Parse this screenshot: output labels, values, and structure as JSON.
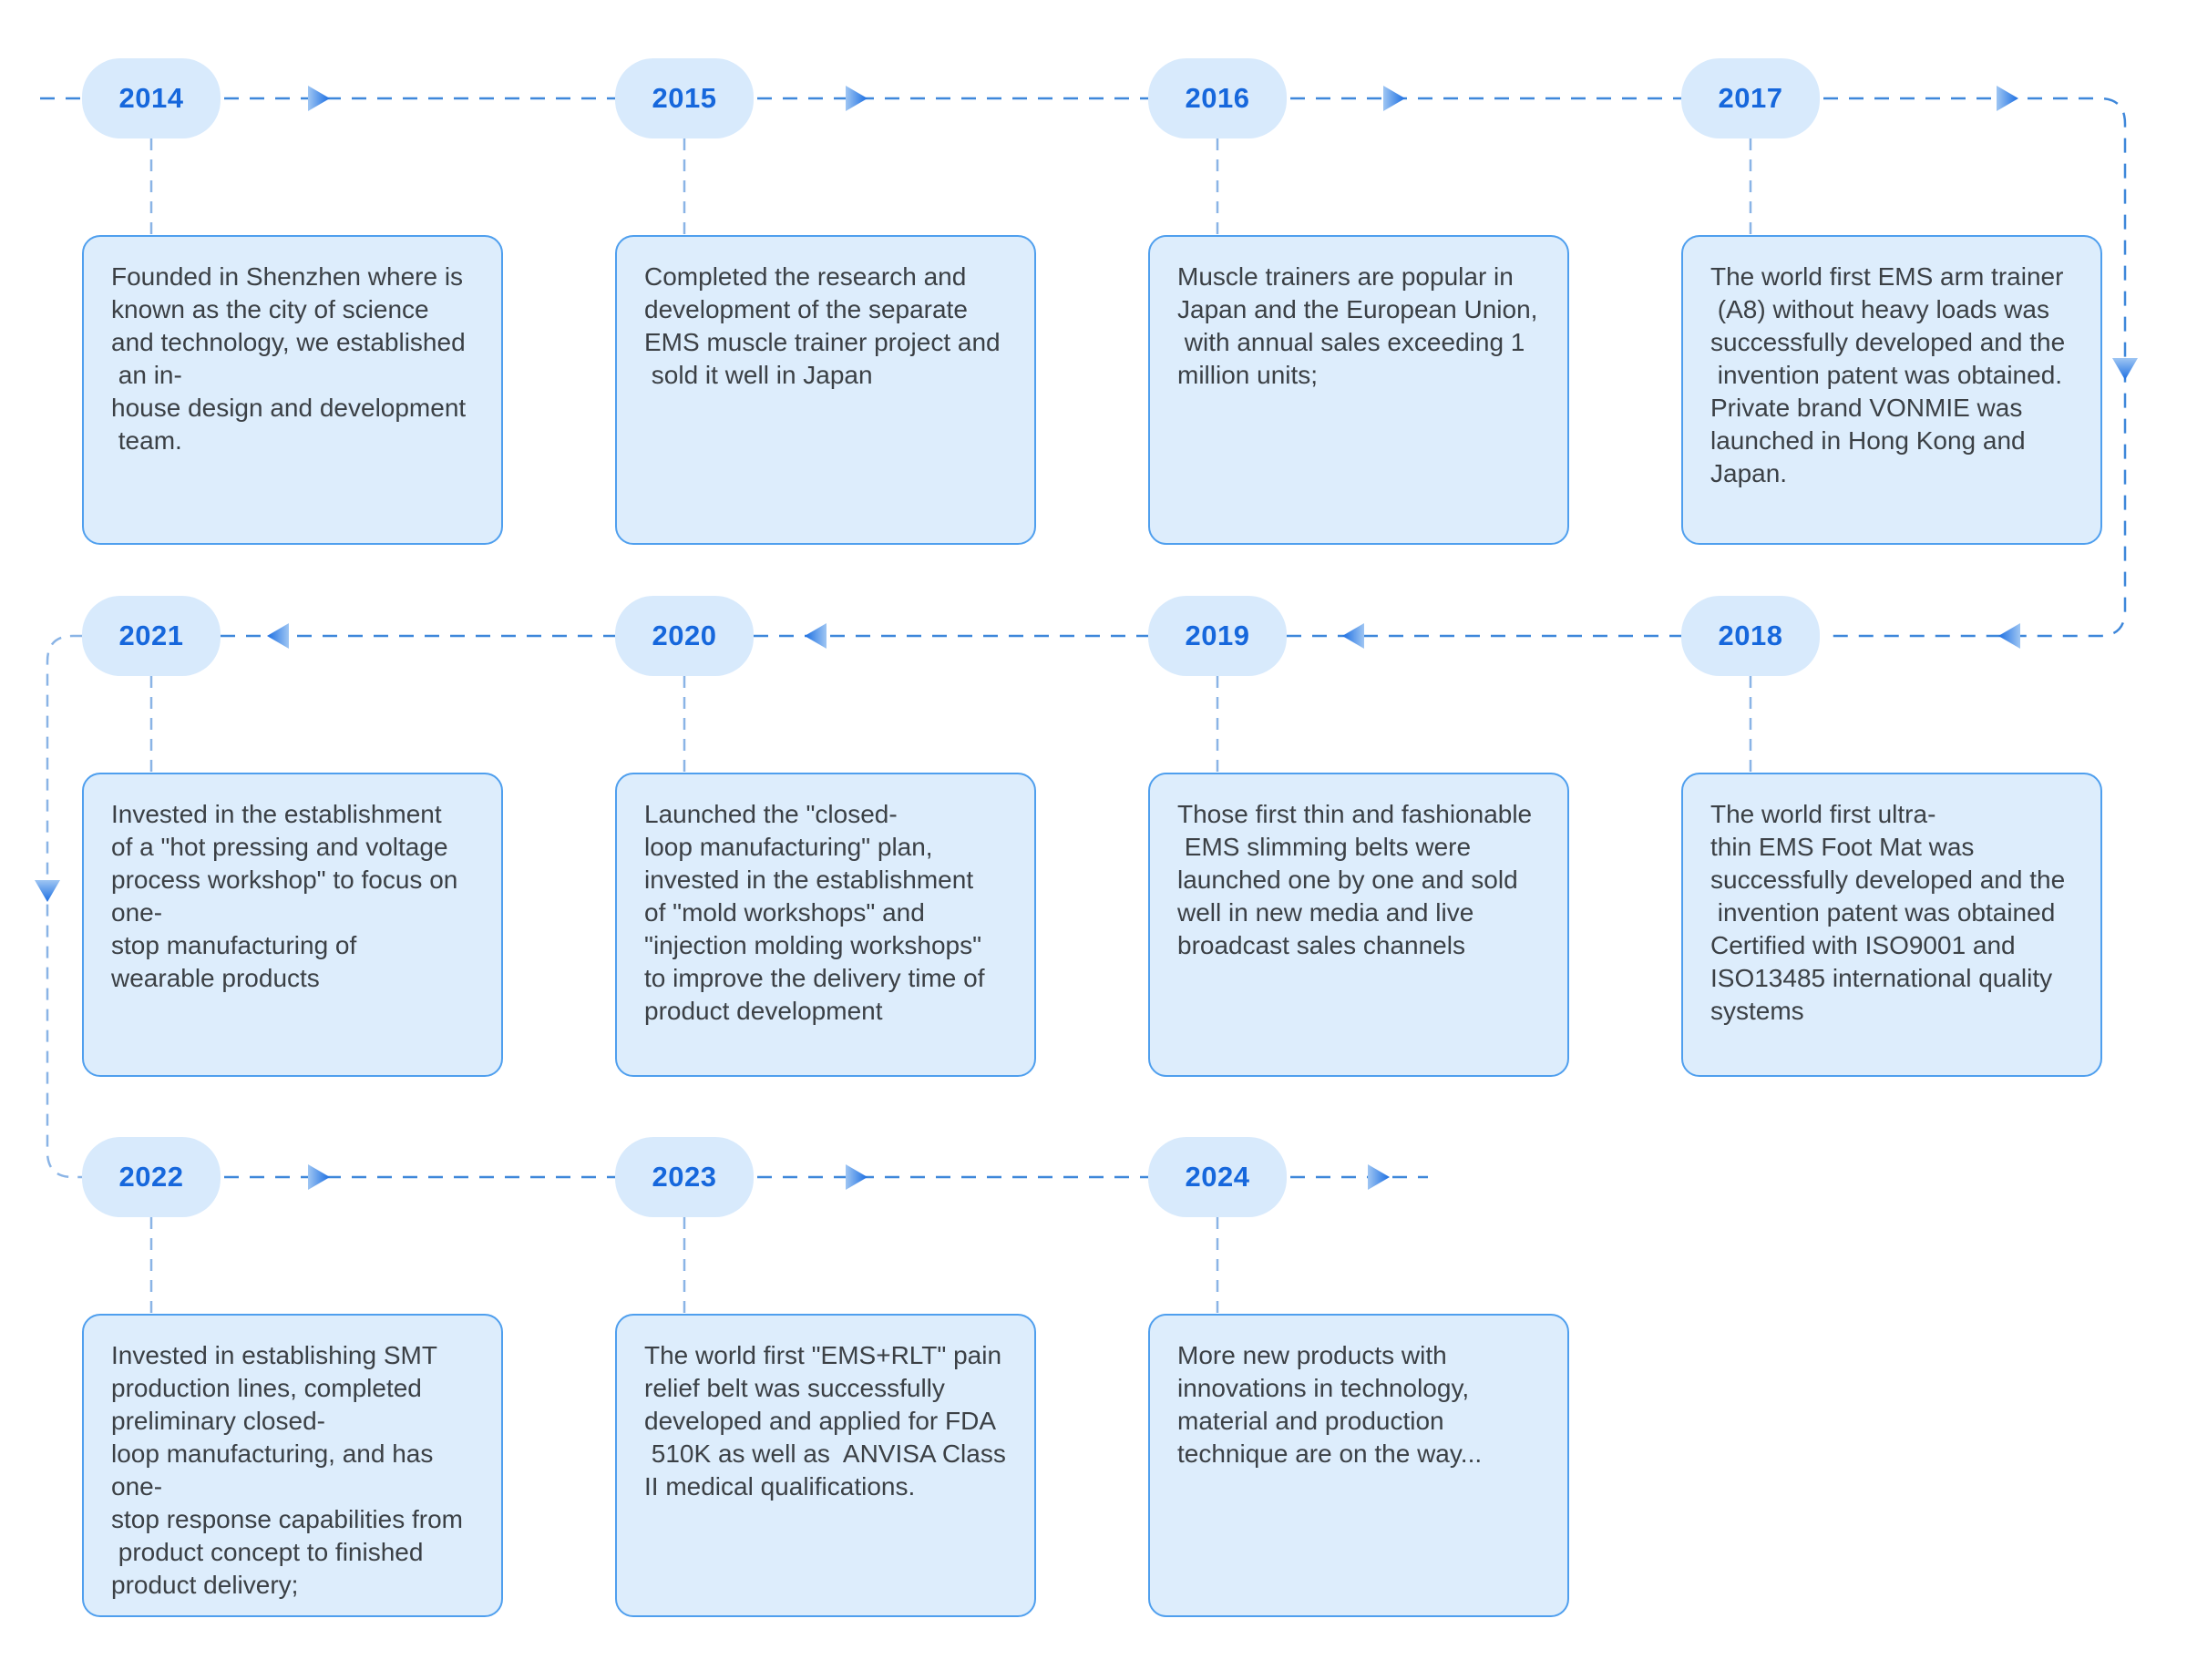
{
  "colors": {
    "pill_bg": "#d8eafc",
    "year_text": "#1667dc",
    "card_bg": "#ddedfc",
    "card_border": "#4f9fee",
    "card_text": "#3b4045",
    "connector": "#3e87da",
    "connector_light": "#8ab4e6",
    "arrow": "#1b6ee2"
  },
  "timeline": {
    "rows": [
      {
        "direction": "right",
        "items": [
          {
            "year": "2014",
            "text": "Founded in Shenzhen where is\nknown as the city of science\nand technology, we established\n an in-\nhouse design and development\n team."
          },
          {
            "year": "2015",
            "text": "Completed the research and\ndevelopment of the separate\nEMS muscle trainer project and\n sold it well in Japan"
          },
          {
            "year": "2016",
            "text": "Muscle trainers are popular in\nJapan and the European Union,\n with annual sales exceeding 1\nmillion units;"
          },
          {
            "year": "2017",
            "text": "The world first EMS arm trainer\n (A8) without heavy loads was\nsuccessfully developed and the\n invention patent was obtained.\nPrivate brand VONMIE was\nlaunched in Hong Kong and\nJapan."
          }
        ]
      },
      {
        "direction": "left",
        "items": [
          {
            "year": "2021",
            "text": "Invested in the establishment\nof a \"hot pressing and voltage\nprocess workshop\" to focus on\none-\nstop manufacturing of\nwearable products"
          },
          {
            "year": "2020",
            "text": "Launched the \"closed-\nloop manufacturing\" plan,\ninvested in the establishment\nof \"mold workshops\" and\n\"injection molding workshops\"\nto improve the delivery time of\nproduct development"
          },
          {
            "year": "2019",
            "text": "Those first thin and fashionable\n EMS slimming belts were\nlaunched one by one and sold\nwell in new media and live\nbroadcast sales channels"
          },
          {
            "year": "2018",
            "text": "The world first ultra-\nthin EMS Foot Mat was\nsuccessfully developed and the\n invention patent was obtained\nCertified with ISO9001 and\nISO13485 international quality\nsystems"
          }
        ]
      },
      {
        "direction": "right",
        "items": [
          {
            "year": "2022",
            "text": "Invested in establishing SMT\nproduction lines, completed\npreliminary closed-\nloop manufacturing, and has\none-\nstop response capabilities from\n product concept to finished\nproduct delivery;"
          },
          {
            "year": "2023",
            "text": "The world first \"EMS+RLT\" pain\nrelief belt was successfully\ndeveloped and applied for FDA\n 510K as well as  ANVISA Class\nII medical qualifications."
          },
          {
            "year": "2024",
            "text": "More new products with\ninnovations in technology,\nmaterial and production\ntechnique are on the way..."
          }
        ]
      }
    ]
  }
}
